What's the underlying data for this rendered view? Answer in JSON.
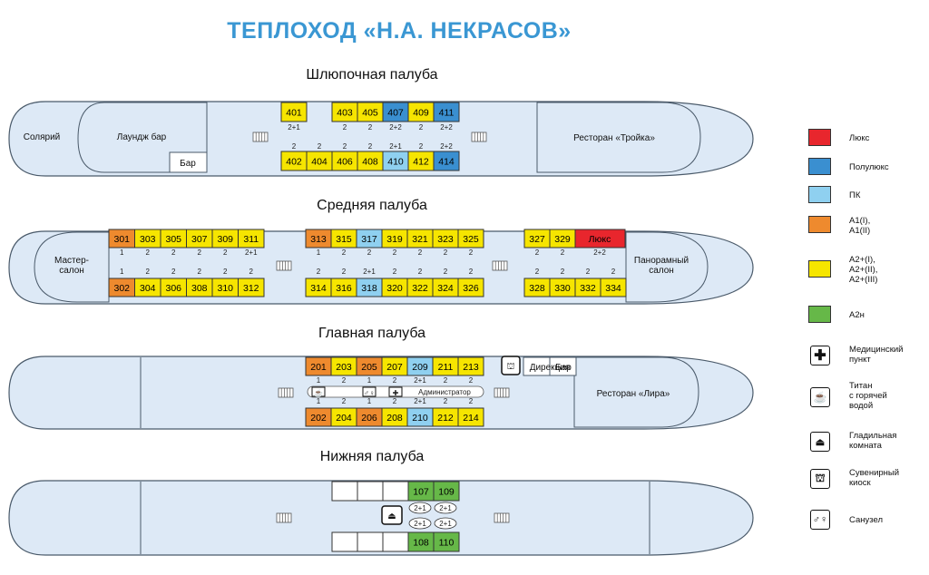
{
  "title": "ТЕПЛОХОД «Н.А. НЕКРАСОВ»",
  "colors": {
    "lux": "#e8262d",
    "semi": "#3a8fd0",
    "pk": "#8fd0f0",
    "a1": "#ee8a2e",
    "a2": "#f6e500",
    "a2n": "#66b848",
    "hull": "#dde9f6",
    "hull_stroke": "#4a5a6a"
  },
  "decks": {
    "boat": {
      "title": "Шлюпочная палуба",
      "solarium": "Солярий",
      "lounge": "Лаундж бар",
      "bar": "Бар",
      "restaurant": "Ресторан «Тройка»",
      "top": [
        {
          "num": "401",
          "cls": "a2",
          "berth": "2+1"
        },
        {
          "num": "403",
          "cls": "a2",
          "berth": "2"
        },
        {
          "num": "405",
          "cls": "a2",
          "berth": "2"
        },
        {
          "num": "407",
          "cls": "semi",
          "berth": "2+2"
        },
        {
          "num": "409",
          "cls": "a2",
          "berth": "2"
        },
        {
          "num": "411",
          "cls": "semi",
          "berth": "2+2"
        }
      ],
      "bottom": [
        {
          "num": "402",
          "cls": "a2",
          "berth": "2"
        },
        {
          "num": "404",
          "cls": "a2",
          "berth": "2"
        },
        {
          "num": "406",
          "cls": "a2",
          "berth": "2"
        },
        {
          "num": "408",
          "cls": "a2",
          "berth": "2"
        },
        {
          "num": "410",
          "cls": "pk",
          "berth": "2+1"
        },
        {
          "num": "412",
          "cls": "a2",
          "berth": "2"
        },
        {
          "num": "414",
          "cls": "semi",
          "berth": "2+2"
        }
      ]
    },
    "middle": {
      "title": "Средняя палуба",
      "master": "Мастер-\nсалон",
      "panoramic": "Панорамный\nсалон",
      "lux_label": "Люкс",
      "top1": [
        {
          "num": "301",
          "cls": "a1",
          "berth": "1"
        },
        {
          "num": "303",
          "cls": "a2",
          "berth": "2"
        },
        {
          "num": "305",
          "cls": "a2",
          "berth": "2"
        },
        {
          "num": "307",
          "cls": "a2",
          "berth": "2"
        },
        {
          "num": "309",
          "cls": "a2",
          "berth": "2"
        },
        {
          "num": "311",
          "cls": "a2",
          "berth": "2+1"
        }
      ],
      "top2": [
        {
          "num": "313",
          "cls": "a1",
          "berth": "1"
        },
        {
          "num": "315",
          "cls": "a2",
          "berth": "2"
        },
        {
          "num": "317",
          "cls": "pk",
          "berth": "2"
        },
        {
          "num": "319",
          "cls": "a2",
          "berth": "2"
        },
        {
          "num": "321",
          "cls": "a2",
          "berth": "2"
        },
        {
          "num": "323",
          "cls": "a2",
          "berth": "2"
        },
        {
          "num": "325",
          "cls": "a2",
          "berth": "2"
        }
      ],
      "top3": [
        {
          "num": "327",
          "cls": "a2",
          "berth": "2"
        },
        {
          "num": "329",
          "cls": "a2",
          "berth": "2"
        },
        {
          "num": "Люкс",
          "cls": "lux",
          "berth": "2+2"
        }
      ],
      "bot1": [
        {
          "num": "302",
          "cls": "a1",
          "berth": "1"
        },
        {
          "num": "304",
          "cls": "a2",
          "berth": "2"
        },
        {
          "num": "306",
          "cls": "a2",
          "berth": "2"
        },
        {
          "num": "308",
          "cls": "a2",
          "berth": "2"
        },
        {
          "num": "310",
          "cls": "a2",
          "berth": "2"
        },
        {
          "num": "312",
          "cls": "a2",
          "berth": "2"
        }
      ],
      "bot2": [
        {
          "num": "314",
          "cls": "a2",
          "berth": "2"
        },
        {
          "num": "316",
          "cls": "a2",
          "berth": "2"
        },
        {
          "num": "318",
          "cls": "pk",
          "berth": "2+1"
        },
        {
          "num": "320",
          "cls": "a2",
          "berth": "2"
        },
        {
          "num": "322",
          "cls": "a2",
          "berth": "2"
        },
        {
          "num": "324",
          "cls": "a2",
          "berth": "2"
        },
        {
          "num": "326",
          "cls": "a2",
          "berth": "2"
        }
      ],
      "bot3": [
        {
          "num": "328",
          "cls": "a2",
          "berth": "2"
        },
        {
          "num": "330",
          "cls": "a2",
          "berth": "2"
        },
        {
          "num": "332",
          "cls": "a2",
          "berth": "2"
        },
        {
          "num": "334",
          "cls": "a2",
          "berth": "2"
        }
      ]
    },
    "main": {
      "title": "Главная палуба",
      "direction": "Дирекция",
      "bar": "Бар",
      "restaurant": "Ресторан «Лира»",
      "administrator": "Администратор",
      "top": [
        {
          "num": "201",
          "cls": "a1",
          "berth": "1"
        },
        {
          "num": "203",
          "cls": "a2",
          "berth": "2"
        },
        {
          "num": "205",
          "cls": "a1",
          "berth": "1"
        },
        {
          "num": "207",
          "cls": "a2",
          "berth": "2"
        },
        {
          "num": "209",
          "cls": "pk",
          "berth": "2+1"
        },
        {
          "num": "211",
          "cls": "a2",
          "berth": "2"
        },
        {
          "num": "213",
          "cls": "a2",
          "berth": "2"
        }
      ],
      "bottom": [
        {
          "num": "202",
          "cls": "a1",
          "berth": "1"
        },
        {
          "num": "204",
          "cls": "a2",
          "berth": "2"
        },
        {
          "num": "206",
          "cls": "a1",
          "berth": "1"
        },
        {
          "num": "208",
          "cls": "a2",
          "berth": "2"
        },
        {
          "num": "210",
          "cls": "pk",
          "berth": "2+1"
        },
        {
          "num": "212",
          "cls": "a2",
          "berth": "2"
        },
        {
          "num": "214",
          "cls": "a2",
          "berth": "2"
        }
      ]
    },
    "lower": {
      "title": "Нижняя палуба",
      "top": [
        {
          "num": "107",
          "cls": "a2n"
        },
        {
          "num": "109",
          "cls": "a2n"
        }
      ],
      "bottom": [
        {
          "num": "108",
          "cls": "a2n"
        },
        {
          "num": "110",
          "cls": "a2n"
        }
      ],
      "berths": [
        "2+1",
        "2+1",
        "2+1",
        "2+1"
      ]
    }
  },
  "legend": {
    "lux": "Люкс",
    "semi": "Полулюкс",
    "pk": "ПК",
    "a1": "А1(I),\nА1(II)",
    "a2": "А2+(I),\nА2+(II),\nА2+(III)",
    "a2n": "А2н",
    "medical": "Медицинский\nпункт",
    "titan": "Титан\nс горячей\nводой",
    "ironing": "Гладильная\nкомната",
    "souvenir": "Сувенирный\nкиоск",
    "wc": "Санузел"
  }
}
